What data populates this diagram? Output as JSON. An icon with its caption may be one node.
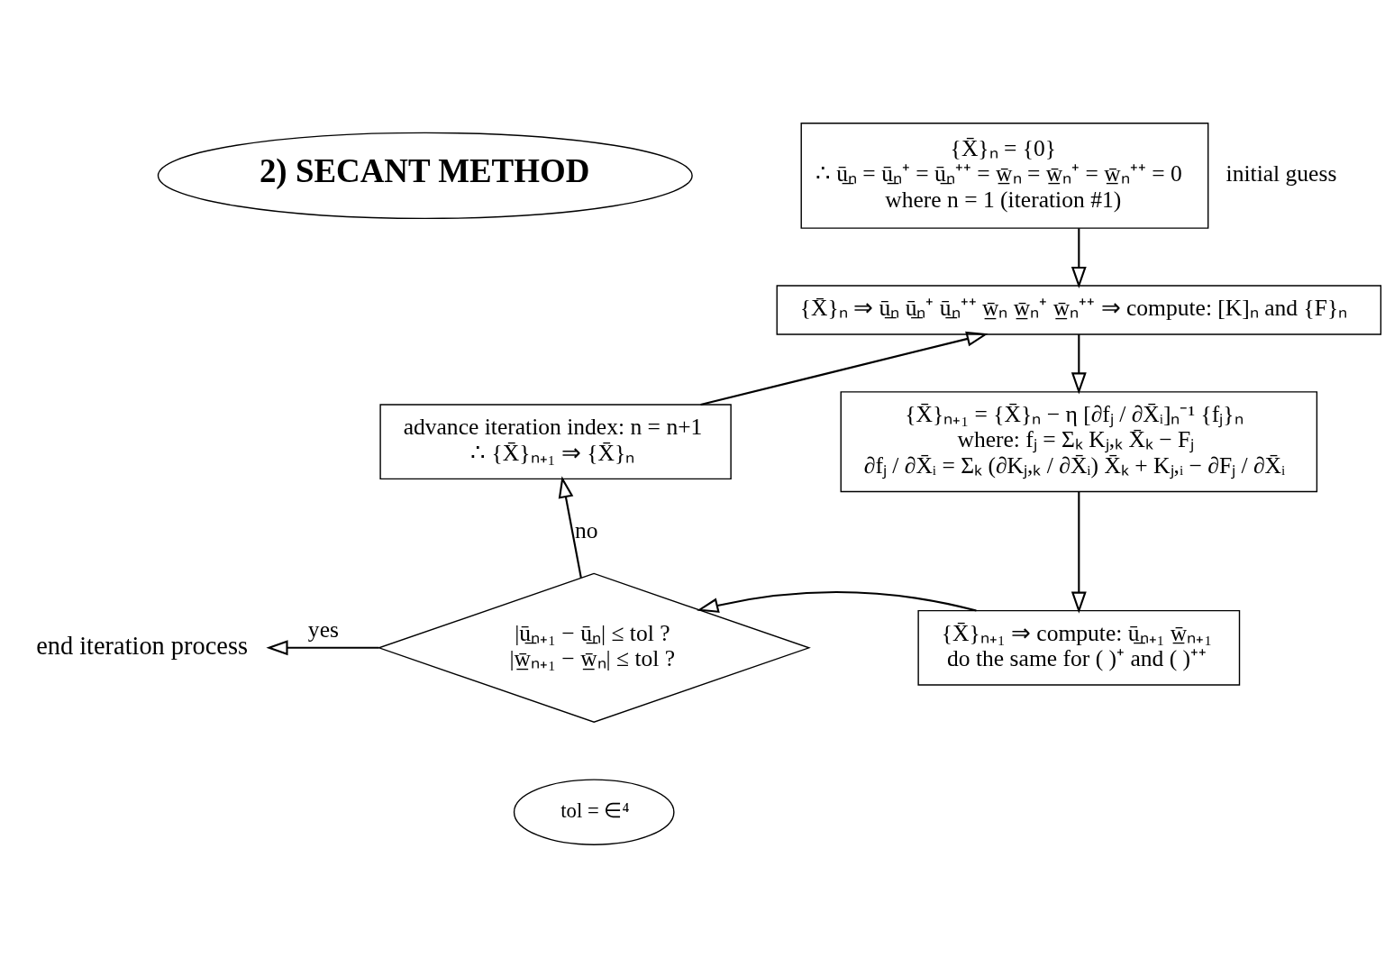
{
  "diagram": {
    "nodes": [
      {
        "text": [
          "2) SECANT METHOD"
        ]
      },
      {
        "text": [
          "{X̄}ₙ = {0}",
          "∴ ū̲ₙ = ū̲ₙ⁺ = ū̲ₙ⁺⁺ = w̲̄ₙ = w̲̄ₙ⁺ = w̲̄ₙ⁺⁺ = 0",
          "where n = 1 (iteration #1)"
        ],
        "beside": [
          "initial guess"
        ]
      },
      {
        "text": [
          "{X̄}ₙ ⇒ ū̲ₙ ū̲ₙ⁺ ū̲ₙ⁺⁺ w̲̄ₙ w̲̄ₙ⁺ w̲̄ₙ⁺⁺ ⇒ compute: [K]ₙ and {F}ₙ"
        ]
      },
      {
        "text": [
          "{X̄}ₙ₊₁ = {X̄}ₙ − η [∂fⱼ / ∂X̄ᵢ]ₙ⁻¹ {fⱼ}ₙ",
          "where: fⱼ = Σₖ Kⱼ,ₖ X̄ₖ − Fⱼ",
          "∂fⱼ / ∂X̄ᵢ = Σₖ (∂Kⱼ,ₖ / ∂X̄ᵢ) X̄ₖ + Kⱼ,ᵢ − ∂Fⱼ / ∂X̄ᵢ"
        ]
      },
      {
        "text": [
          "{X̄}ₙ₊₁ ⇒ compute: ū̲ₙ₊₁ w̲̄ₙ₊₁",
          "do the same for ( )⁺ and ( )⁺⁺"
        ]
      },
      {
        "text": [
          "|ū̲ₙ₊₁ − ū̲ₙ| ≤ tol ?",
          "|w̲̄ₙ₊₁ − w̲̄ₙ| ≤ tol ?"
        ]
      },
      {
        "text": [
          "tol = ∈⁴"
        ]
      },
      {
        "text": [
          "advance iteration index: n = n+1",
          "∴ {X̄}ₙ₊₁ ⇒ {X̄}ₙ"
        ]
      },
      {
        "text": [
          "end iteration process"
        ]
      }
    ],
    "edges": [
      {
        "from": 1,
        "to": 2,
        "arrow": "to"
      },
      {
        "from": 2,
        "to": 3,
        "arrow": "to"
      },
      {
        "from": 3,
        "to": 4,
        "arrow": "to"
      },
      {
        "from": 4,
        "to": 5,
        "arrow": "to"
      },
      {
        "from": 5,
        "to": 7,
        "arrow": "to",
        "label": "no"
      },
      {
        "from": 7,
        "to": 2,
        "arrow": "to"
      },
      {
        "from": 5,
        "to": 8,
        "arrow": "to",
        "label": "yes"
      }
    ]
  }
}
